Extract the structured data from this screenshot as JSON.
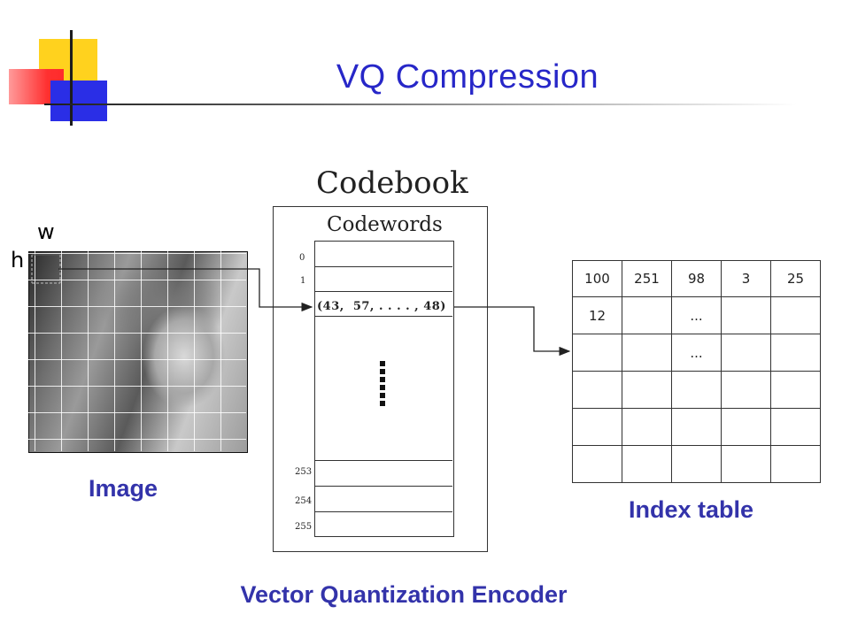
{
  "title": "VQ Compression",
  "labels": {
    "w": "w",
    "h": "h"
  },
  "image_caption": "Image",
  "index_caption": "Index table",
  "bottom_caption": "Vector Quantization Encoder",
  "codebook": {
    "title": "Codebook",
    "subtitle": "Codewords",
    "top_indices": [
      "0",
      "1"
    ],
    "selected_codeword": "(43,  57, . . . . , 48)",
    "bottom_indices": [
      "253",
      "254",
      "255"
    ]
  },
  "index_table": {
    "rows": [
      [
        "100",
        "251",
        "98",
        "3",
        "25"
      ],
      [
        "12",
        "",
        "...",
        "",
        ""
      ],
      [
        "",
        "",
        "...",
        "",
        ""
      ],
      [
        "",
        "",
        "",
        "",
        ""
      ],
      [
        "",
        "",
        "",
        "",
        ""
      ],
      [
        "",
        "",
        "",
        "",
        ""
      ]
    ]
  },
  "colors": {
    "title": "#2727c8",
    "caption": "#3333aa"
  }
}
